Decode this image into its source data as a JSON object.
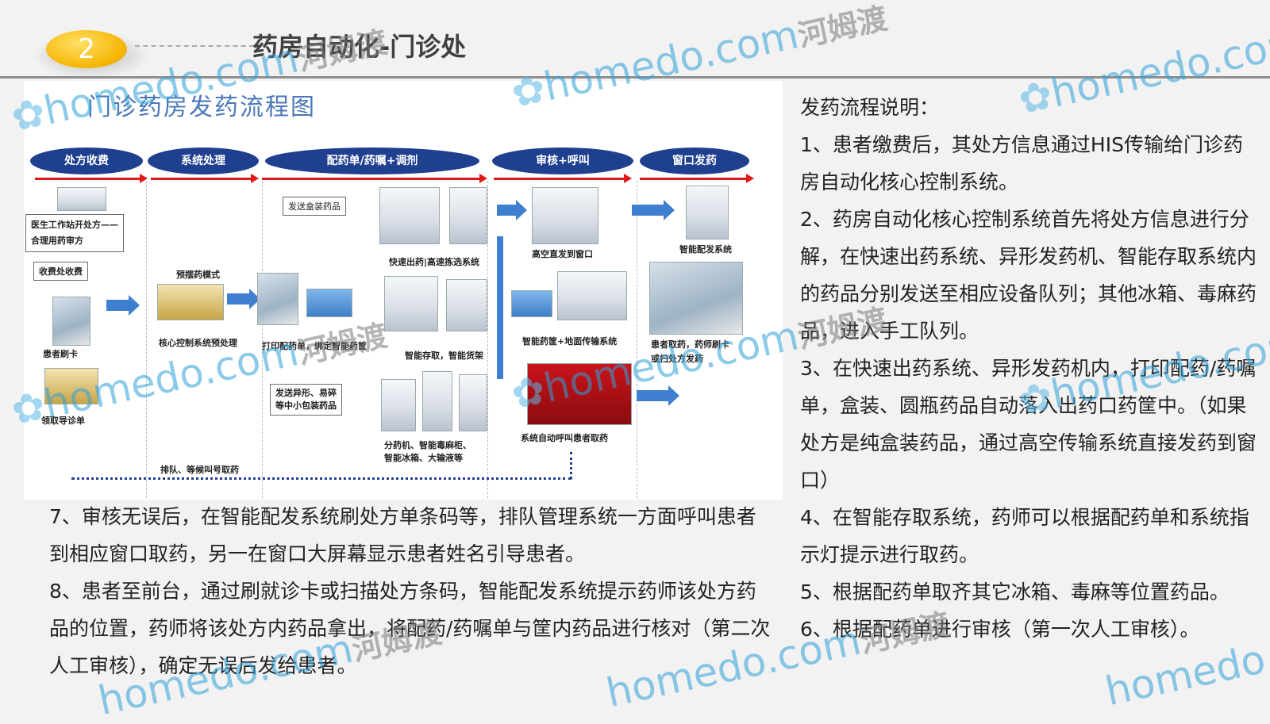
{
  "header": {
    "number": "2",
    "title": "药房自动化-门诊处"
  },
  "flowchart": {
    "title": "门诊药房发药流程图",
    "stages": [
      "处方收费",
      "系统处理",
      "配药单/药嘱+调剂",
      "审核+呼叫",
      "窗口发药"
    ],
    "labels": {
      "doctor": "医生工作站开处方——\n合理用药审方",
      "fee": "收费处收费",
      "patient_card": "患者刷卡",
      "guide": "领取导诊单",
      "preset": "预摆药模式",
      "core_system": "核心控制系统预处理",
      "box_drug": "发送盒装药品",
      "fast_system": "快速出药|高速拣选系统",
      "print": "打印配药单，绑定智能药筐",
      "special": "发送异形、易碎\n等中小包装药品",
      "smart_storage": "智能存取，智能货架",
      "dispense_group": "分药机、智能毒麻柜、\n智能冰箱、大输液等",
      "highspeed": "高空直发到窗口",
      "conveyor": "智能药筐+地面传输系统",
      "call_system": "系统自动呼叫患者取药",
      "smart_dispense": "智能配发系统",
      "patient_pick": "患者取药，药师刷卡\n或扫处方发药",
      "queue": "排队、等候叫号取药"
    }
  },
  "notes_right": [
    "发药流程说明：",
    "1、患者缴费后，其处方信息通过HIS传输给门诊药房自动化核心控制系统。",
    "2、药房自动化核心控制系统首先将处方信息进行分解，在快速出药系统、异形发药机、智能存取系统内的药品分别发送至相应设备队列；其他冰箱、毒麻药品，进入手工队列。",
    "3、在快速出药系统、异形发药机内，打印配药/药嘱单，盒装、圆瓶药品自动落入出药口药筐中。（如果处方是纯盒装药品，通过高空传输系统直接发药到窗口）",
    "4、在智能存取系统，药师可以根据配药单和系统指示灯提示进行取药。",
    "5、根据配药单取齐其它冰箱、毒麻等位置药品。",
    "6、根据配药单进行审核（第一次人工审核）。"
  ],
  "notes_bottom": [
    "7、审核无误后，在智能配发系统刷处方单条码等，排队管理系统一方面呼叫患者到相应窗口取药，另一在窗口大屏幕显示患者姓名引导患者。",
    "8、患者至前台，通过刷就诊卡或扫描处方条码，智能配发系统提示药师该处方药品的位置，药师将该处方内药品拿出，将配药/药嘱单与筐内药品进行核对（第二次人工审核），确定无误后发给患者。"
  ],
  "watermark": {
    "text": "homedo.com",
    "cn": "河姆渡"
  },
  "colors": {
    "stage_fill": "#1f3f8f",
    "red_arrow": "#e01818",
    "blue_arrow": "#3f7fd0",
    "badge": "#f5b400",
    "flow_title": "#4a78b8"
  }
}
